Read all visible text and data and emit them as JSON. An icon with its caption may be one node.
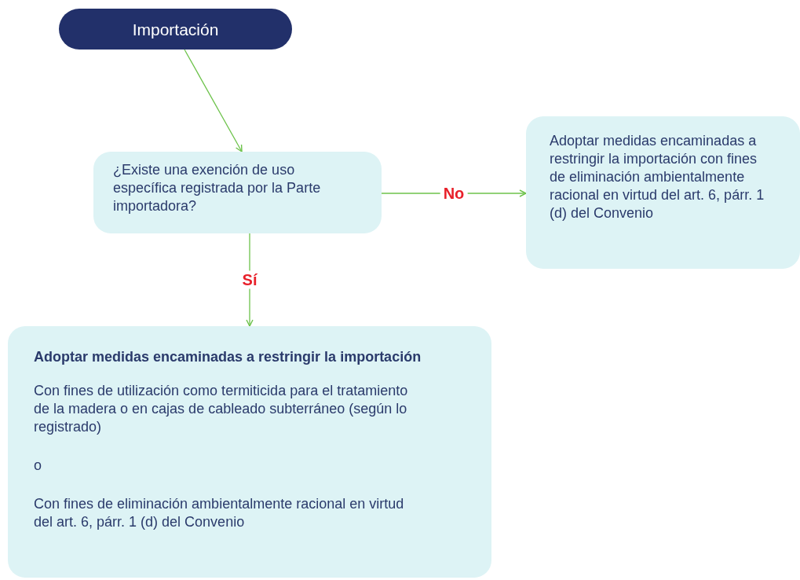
{
  "diagram": {
    "nodes": [
      {
        "text": [
          "Importación"
        ]
      },
      {
        "text": [
          "¿Existe una exención de uso específica registrada por la Parte importadora?"
        ]
      },
      {
        "text": [
          "Adoptar medidas encaminadas a restringir la importación con fines de eliminación ambientalmente racional en virtud del art. 6, párr. 1 (d) del Convenio"
        ]
      },
      {
        "text": [
          "Adoptar medidas encaminadas a restringir la importación",
          "Con fines de utilización como termiticida para el tratamiento de la madera o en cajas de cableado subterráneo (según lo registrado)",
          "o",
          "Con fines de eliminación ambientalmente racional en virtud del art. 6, párr. 1 (d) del Convenio"
        ]
      }
    ],
    "edges": [
      {
        "from": 0,
        "to": 1,
        "arrow": "to"
      },
      {
        "from": 1,
        "to": 2,
        "arrow": "to",
        "label": "No"
      },
      {
        "from": 1,
        "to": 3,
        "arrow": "to",
        "label": "Sí"
      }
    ]
  }
}
